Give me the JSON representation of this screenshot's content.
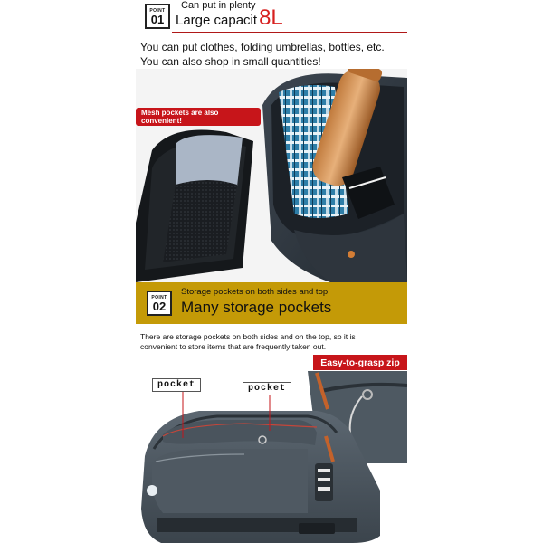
{
  "section1": {
    "badge_word": "POINT",
    "badge_num": "01",
    "subtitle": "Can put in plenty",
    "title": "Large capacit",
    "title_big": "8L",
    "desc_line1": "You can put clothes, folding umbrellas, bottles, etc.",
    "desc_line2": "You can also shop in small quantities!",
    "callout": "Mesh pockets are also convenient!"
  },
  "section2": {
    "badge_word": "POINT",
    "badge_num": "02",
    "subtitle": "Storage pockets on both sides and top",
    "title": "Many storage pockets",
    "desc_line1": "There are storage pockets on both sides and on the top, so it is",
    "desc_line2": "convenient to store items that are frequently taken out.",
    "pocket_label_1": "pocket",
    "pocket_label_2": "pocket",
    "zip_label": "Easy-to-grasp zip"
  },
  "colors": {
    "accent_red": "#c7151a",
    "band_gold": "#c49a07",
    "bag_gray": "#4a5560"
  }
}
